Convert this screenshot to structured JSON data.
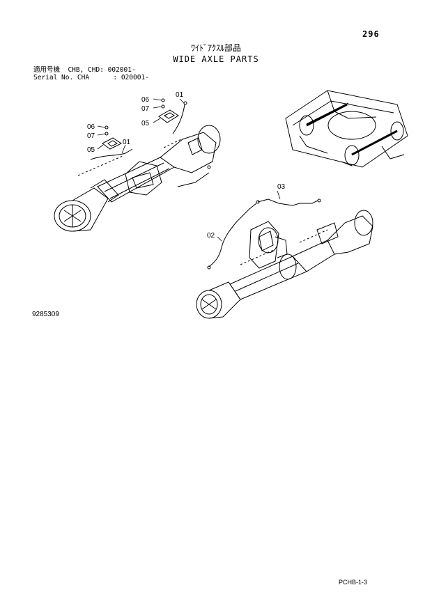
{
  "header": {
    "page_number": "296",
    "title_jp": "ﾜｲﾄﾞｱｸｽﾙ部品",
    "title_en": "WIDE AXLE PARTS"
  },
  "applicability": {
    "line1": "適用号機  CHB, CHD: 002001-",
    "line2": "Serial No. CHA      : 020001-"
  },
  "callouts": {
    "c06a": "06",
    "c07a": "07",
    "c05a": "05",
    "c01a": "01",
    "c06b": "06",
    "c07b": "07",
    "c05b": "05",
    "c01b": "01",
    "c03": "03",
    "c02": "02"
  },
  "figure_code": "9285309",
  "footer_code": "PCHB-1-3"
}
